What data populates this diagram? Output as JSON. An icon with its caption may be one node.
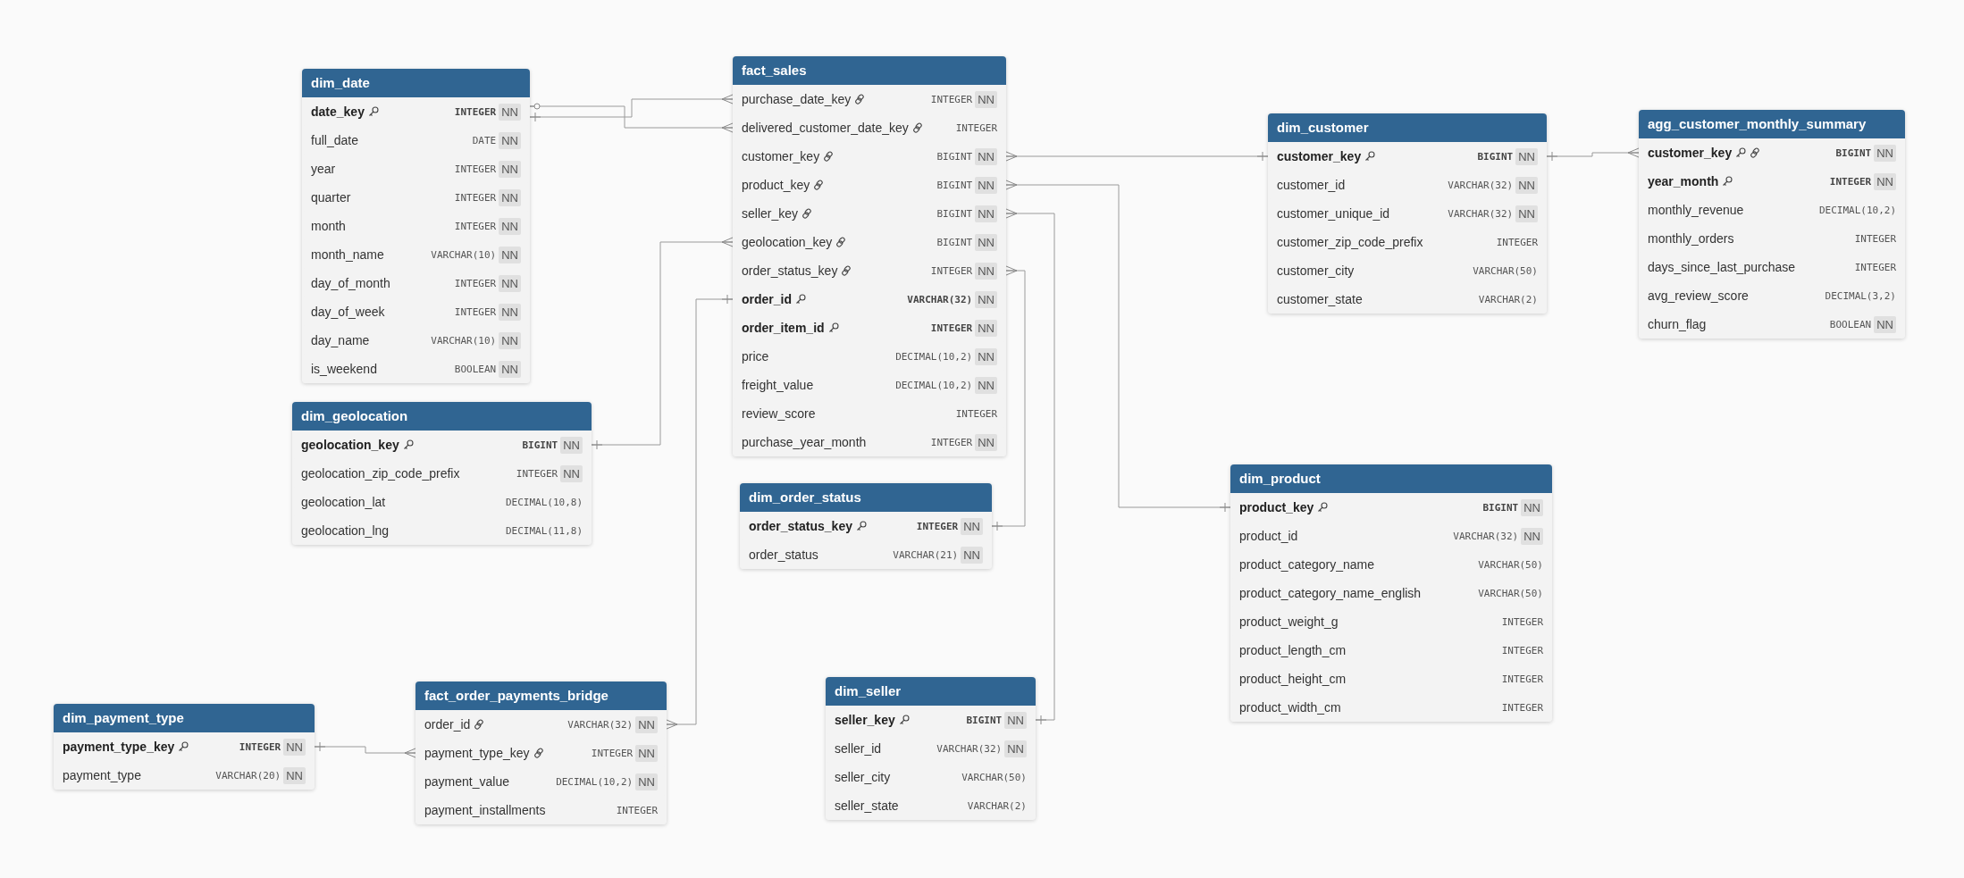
{
  "diagram": {
    "nodes": [
      {
        "text": [
          "dim_date"
        ]
      },
      {
        "text": [
          "date_key",
          "INTEGER",
          "NN"
        ],
        "in": 0
      },
      {
        "text": [
          "full_date",
          "DATE",
          "NN"
        ],
        "in": 0
      },
      {
        "text": [
          "year",
          "INTEGER",
          "NN"
        ],
        "in": 0
      },
      {
        "text": [
          "quarter",
          "INTEGER",
          "NN"
        ],
        "in": 0
      },
      {
        "text": [
          "month",
          "INTEGER",
          "NN"
        ],
        "in": 0
      },
      {
        "text": [
          "month_name",
          "VARCHAR(10)",
          "NN"
        ],
        "in": 0
      },
      {
        "text": [
          "day_of_month",
          "INTEGER",
          "NN"
        ],
        "in": 0
      },
      {
        "text": [
          "day_of_week",
          "INTEGER",
          "NN"
        ],
        "in": 0
      },
      {
        "text": [
          "day_name",
          "VARCHAR(10)",
          "NN"
        ],
        "in": 0
      },
      {
        "text": [
          "is_weekend",
          "BOOLEAN",
          "NN"
        ],
        "in": 0
      },
      {
        "text": [
          "fact_sales"
        ]
      },
      {
        "text": [
          "purchase_date_key",
          "INTEGER",
          "NN"
        ],
        "in": 11
      },
      {
        "text": [
          "delivered_customer_date_key",
          "INTEGER"
        ],
        "in": 11
      },
      {
        "text": [
          "customer_key",
          "BIGINT",
          "NN"
        ],
        "in": 11
      },
      {
        "text": [
          "product_key",
          "BIGINT",
          "NN"
        ],
        "in": 11
      },
      {
        "text": [
          "seller_key",
          "BIGINT",
          "NN"
        ],
        "in": 11
      },
      {
        "text": [
          "geolocation_key",
          "BIGINT",
          "NN"
        ],
        "in": 11
      },
      {
        "text": [
          "order_status_key",
          "INTEGER",
          "NN"
        ],
        "in": 11
      },
      {
        "text": [
          "order_id",
          "VARCHAR(32)",
          "NN"
        ],
        "in": 11
      },
      {
        "text": [
          "order_item_id",
          "INTEGER",
          "NN"
        ],
        "in": 11
      },
      {
        "text": [
          "price",
          "DECIMAL(10,2)",
          "NN"
        ],
        "in": 11
      },
      {
        "text": [
          "freight_value",
          "DECIMAL(10,2)",
          "NN"
        ],
        "in": 11
      },
      {
        "text": [
          "review_score",
          "INTEGER"
        ],
        "in": 11
      },
      {
        "text": [
          "purchase_year_month",
          "INTEGER",
          "NN"
        ],
        "in": 11
      },
      {
        "text": [
          "dim_customer"
        ]
      },
      {
        "text": [
          "customer_key",
          "BIGINT",
          "NN"
        ],
        "in": 25
      },
      {
        "text": [
          "customer_id",
          "VARCHAR(32)",
          "NN"
        ],
        "in": 25
      },
      {
        "text": [
          "customer_unique_id",
          "VARCHAR(32)",
          "NN"
        ],
        "in": 25
      },
      {
        "text": [
          "customer_zip_code_prefix",
          "INTEGER"
        ],
        "in": 25
      },
      {
        "text": [
          "customer_city",
          "VARCHAR(50)"
        ],
        "in": 25
      },
      {
        "text": [
          "customer_state",
          "VARCHAR(2)"
        ],
        "in": 25
      },
      {
        "text": [
          "agg_customer_monthly_summary"
        ]
      },
      {
        "text": [
          "customer_key",
          "BIGINT",
          "NN"
        ],
        "in": 32
      },
      {
        "text": [
          "year_month",
          "INTEGER",
          "NN"
        ],
        "in": 32
      },
      {
        "text": [
          "monthly_revenue",
          "DECIMAL(10,2)"
        ],
        "in": 32
      },
      {
        "text": [
          "monthly_orders",
          "INTEGER"
        ],
        "in": 32
      },
      {
        "text": [
          "days_since_last_purchase",
          "INTEGER"
        ],
        "in": 32
      },
      {
        "text": [
          "avg_review_score",
          "DECIMAL(3,2)"
        ],
        "in": 32
      },
      {
        "text": [
          "churn_flag",
          "BOOLEAN",
          "NN"
        ],
        "in": 32
      },
      {
        "text": [
          "dim_geolocation"
        ]
      },
      {
        "text": [
          "geolocation_key",
          "BIGINT",
          "NN"
        ],
        "in": 40
      },
      {
        "text": [
          "geolocation_zip_code_prefix",
          "INTEGER",
          "NN"
        ],
        "in": 40
      },
      {
        "text": [
          "geolocation_lat",
          "DECIMAL(10,8)"
        ],
        "in": 40
      },
      {
        "text": [
          "geolocation_lng",
          "DECIMAL(11,8)"
        ],
        "in": 40
      },
      {
        "text": [
          "dim_order_status"
        ]
      },
      {
        "text": [
          "order_status_key",
          "INTEGER",
          "NN"
        ],
        "in": 45
      },
      {
        "text": [
          "order_status",
          "VARCHAR(21)",
          "NN"
        ],
        "in": 45
      },
      {
        "text": [
          "dim_product"
        ]
      },
      {
        "text": [
          "product_key",
          "BIGINT",
          "NN"
        ],
        "in": 48
      },
      {
        "text": [
          "product_id",
          "VARCHAR(32)",
          "NN"
        ],
        "in": 48
      },
      {
        "text": [
          "product_category_name",
          "VARCHAR(50)"
        ],
        "in": 48
      },
      {
        "text": [
          "product_category_name_english",
          "VARCHAR(50)"
        ],
        "in": 48
      },
      {
        "text": [
          "product_weight_g",
          "INTEGER"
        ],
        "in": 48
      },
      {
        "text": [
          "product_length_cm",
          "INTEGER"
        ],
        "in": 48
      },
      {
        "text": [
          "product_height_cm",
          "INTEGER"
        ],
        "in": 48
      },
      {
        "text": [
          "product_width_cm",
          "INTEGER"
        ],
        "in": 48
      },
      {
        "text": [
          "dim_payment_type"
        ]
      },
      {
        "text": [
          "payment_type_key",
          "INTEGER",
          "NN"
        ],
        "in": 57
      },
      {
        "text": [
          "payment_type",
          "VARCHAR(20)",
          "NN"
        ],
        "in": 57
      },
      {
        "text": [
          "fact_order_payments_bridge"
        ]
      },
      {
        "text": [
          "order_id",
          "VARCHAR(32)",
          "NN"
        ],
        "in": 60
      },
      {
        "text": [
          "payment_type_key",
          "INTEGER",
          "NN"
        ],
        "in": 60
      },
      {
        "text": [
          "payment_value",
          "DECIMAL(10,2)",
          "NN"
        ],
        "in": 60
      },
      {
        "text": [
          "payment_installments",
          "INTEGER"
        ],
        "in": 60
      },
      {
        "text": [
          "dim_seller"
        ]
      },
      {
        "text": [
          "seller_key",
          "BIGINT",
          "NN"
        ],
        "in": 65
      },
      {
        "text": [
          "seller_id",
          "VARCHAR(32)",
          "NN"
        ],
        "in": 65
      },
      {
        "text": [
          "seller_city",
          "VARCHAR(50)"
        ],
        "in": 65
      },
      {
        "text": [
          "seller_state",
          "VARCHAR(2)"
        ],
        "in": 65
      }
    ],
    "edges": [
      {
        "from": 12,
        "to": 1,
        "arrow": "other"
      },
      {
        "from": 13,
        "to": 1,
        "arrow": "other"
      },
      {
        "from": 14,
        "to": 26,
        "arrow": "other"
      },
      {
        "from": 15,
        "to": 49,
        "arrow": "other"
      },
      {
        "from": 16,
        "to": 66,
        "arrow": "other"
      },
      {
        "from": 17,
        "to": 41,
        "arrow": "other"
      },
      {
        "from": 18,
        "to": 46,
        "arrow": "other"
      },
      {
        "from": 61,
        "to": 19,
        "arrow": "other"
      },
      {
        "from": 62,
        "to": 58,
        "arrow": "other"
      },
      {
        "from": 33,
        "to": 26,
        "arrow": "other"
      }
    ]
  }
}
